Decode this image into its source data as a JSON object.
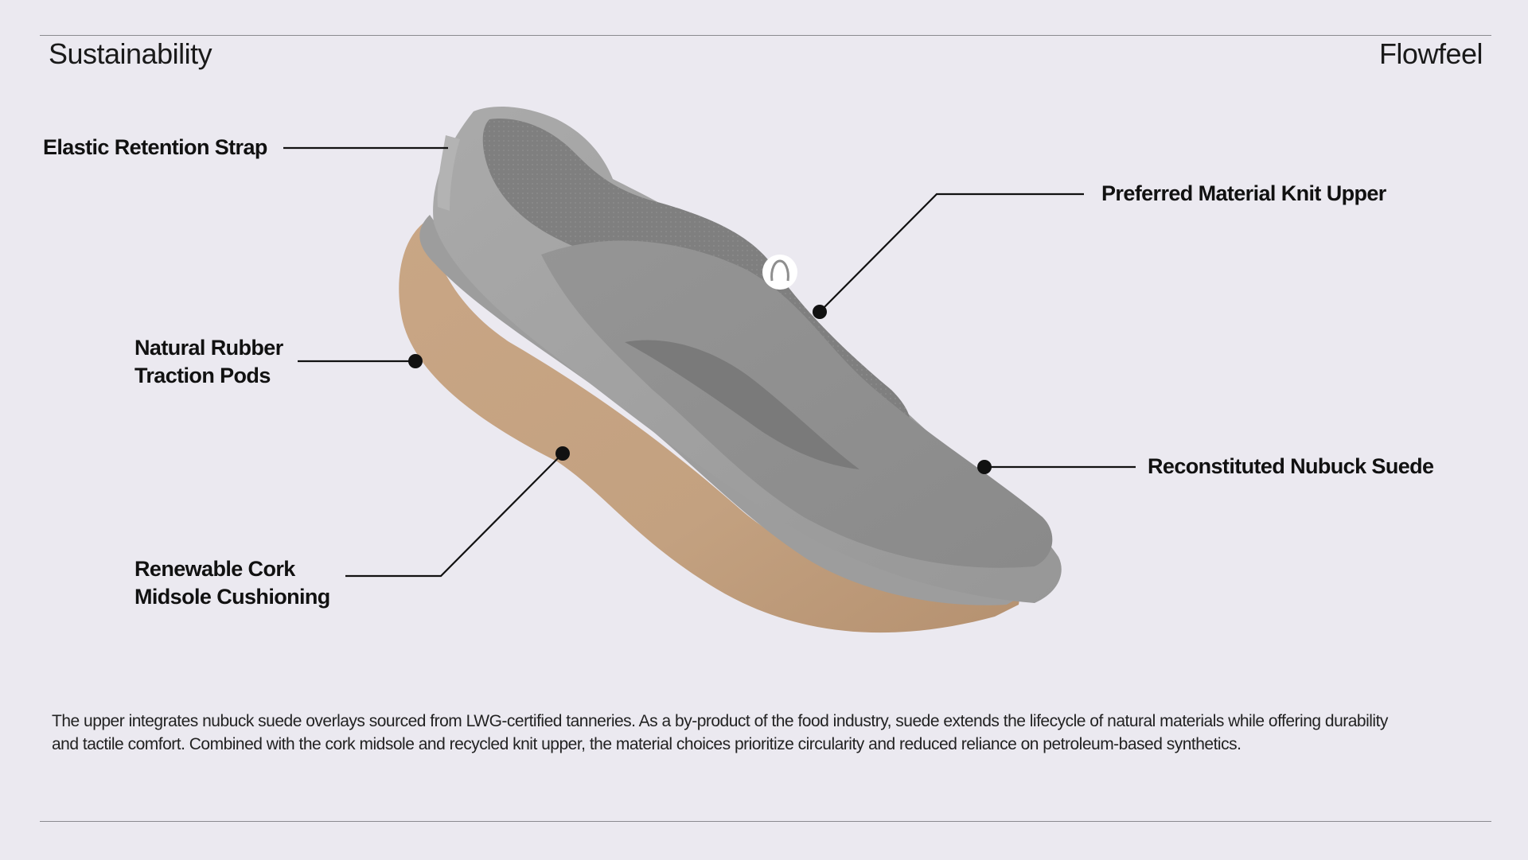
{
  "header": {
    "section": "Sustainability",
    "product": "Flowfeel"
  },
  "callouts": {
    "strap": [
      "Elastic Retention Strap"
    ],
    "knit": [
      "Preferred Material Knit Upper"
    ],
    "rubber": [
      "Natural Rubber",
      "Traction Pods"
    ],
    "suede": [
      "Reconstituted Nubuck Suede"
    ],
    "cork": [
      "Renewable Cork",
      "Midsole Cushioning"
    ]
  },
  "description": {
    "line1": "The upper integrates nubuck suede overlays sourced from LWG-certified tanneries. As a by-product of the food industry, suede extends the lifecycle of natural materials while offering durability",
    "line2": "and tactile comfort. Combined with the cork midsole and recycled knit upper, the material choices prioritize circularity and reduced reliance on petroleum-based synthetics."
  },
  "colors": {
    "background": "#ebe9f0",
    "suede_upper": "#8f8f8f",
    "knit_lining": "#7d7d7d",
    "rim": "#a6a6a6",
    "cork": "#c9a887",
    "leader": "#111111"
  },
  "icons": {
    "logo": "brand-logo-icon"
  }
}
